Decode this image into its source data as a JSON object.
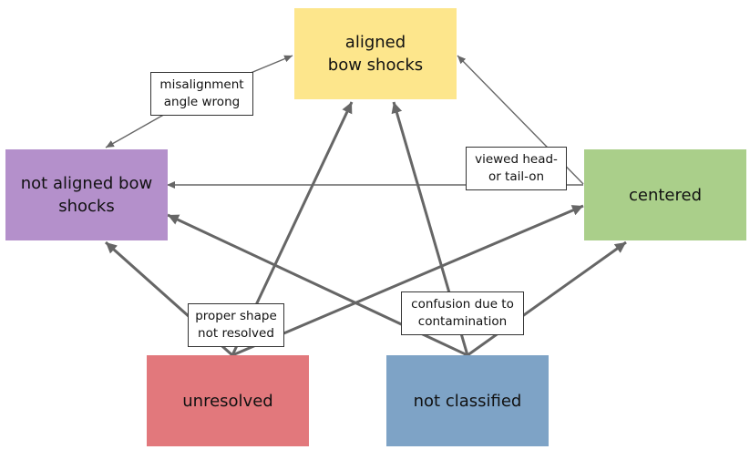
{
  "nodes": {
    "aligned": {
      "text": "aligned\nbow shocks",
      "color": "#fde68c"
    },
    "not_aligned": {
      "text": "not aligned bow\nshocks",
      "color": "#b490cb"
    },
    "centered": {
      "text": "centered",
      "color": "#aacf8a"
    },
    "unresolved": {
      "text": "unresolved",
      "color": "#e2787c"
    },
    "not_classified": {
      "text": "not classified",
      "color": "#7ea3c6"
    }
  },
  "edge_labels": {
    "misalignment": "misalignment\nangle wrong",
    "viewed": "viewed head-\nor tail-on",
    "proper_shape": "proper shape\nnot resolved",
    "confusion": "confusion due to\ncontamination"
  },
  "colors": {
    "edge": "#666666",
    "label_border": "#333333"
  }
}
